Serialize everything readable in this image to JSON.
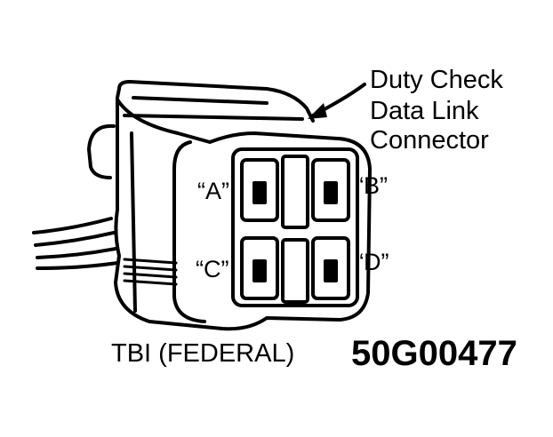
{
  "callout": {
    "line1": "Duty Check",
    "line2": "Data Link",
    "line3": "Connector"
  },
  "pins": {
    "a": "“A”",
    "b": "“B”",
    "c": "“C”",
    "d": "“D”"
  },
  "caption": "TBI (FEDERAL)",
  "figure_code": "50G00477",
  "colors": {
    "ink": "#000000",
    "paper": "#ffffff"
  }
}
